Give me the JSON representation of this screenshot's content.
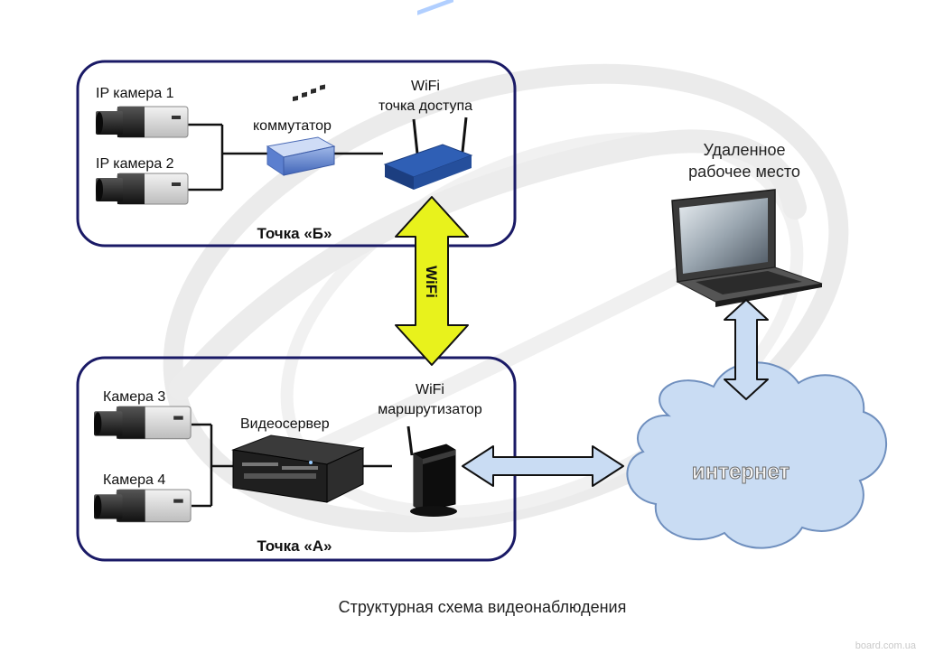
{
  "point_b": {
    "title": "Точка «Б»",
    "camera1_label": "IP камера 1",
    "camera2_label": "IP камера 2",
    "switch_label": "коммутатор",
    "ap_label_line1": "WiFi",
    "ap_label_line2": "точка доступа"
  },
  "point_a": {
    "title": "Точка «А»",
    "camera3_label": "Камера 3",
    "camera4_label": "Камера 4",
    "server_label": "Видеосервер",
    "router_label_line1": "WiFi",
    "router_label_line2": "маршрутизатор"
  },
  "remote": {
    "label_line1": "Удаленное",
    "label_line2": "рабочее место"
  },
  "links": {
    "wifi_label": "WiFi"
  },
  "cloud": {
    "label": "интернет"
  },
  "caption": "Структурная схема видеонаблюдения",
  "watermark": "board.com.ua",
  "colors": {
    "frame": "#1a1a66",
    "wifi_arrow": "#e8f21c",
    "link_arrow": "#c9dcf3",
    "cloud_fill": "#c9dcf3"
  }
}
